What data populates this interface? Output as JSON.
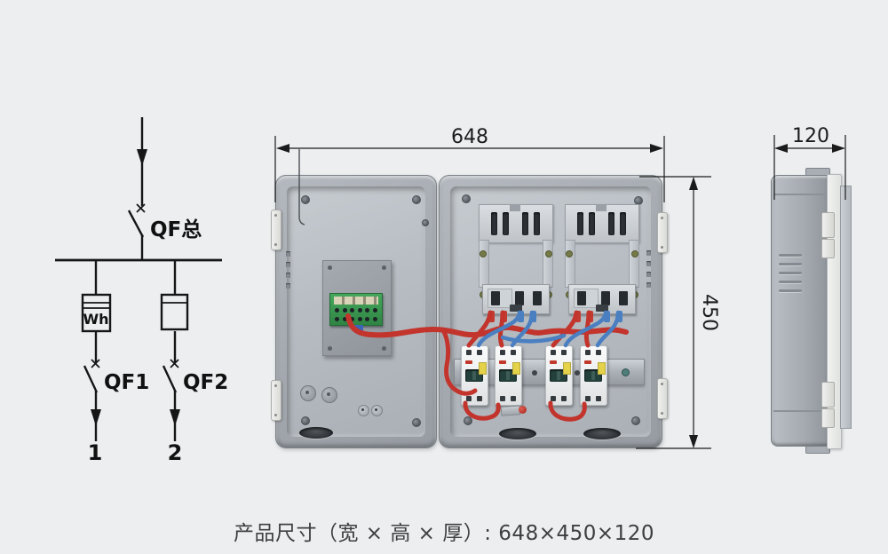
{
  "schematic": {
    "main_breaker": "QF总",
    "meter": "Wh",
    "breaker1": "QF1",
    "breaker2": "QF2",
    "output1": "1",
    "output2": "2"
  },
  "dimensions": {
    "width": "648",
    "height": "450",
    "depth": "120"
  },
  "caption": "产品尺寸（宽 × 高 × 厚）:  648×450×120",
  "colors": {
    "background": "#eceef0",
    "line": "#1b1b1b",
    "wire_red": "#c2342c",
    "wire_blue": "#4a7fc1",
    "pcb_green": "#37964e",
    "box_gray": "#a6acb2",
    "caption_text": "#3e4040"
  }
}
